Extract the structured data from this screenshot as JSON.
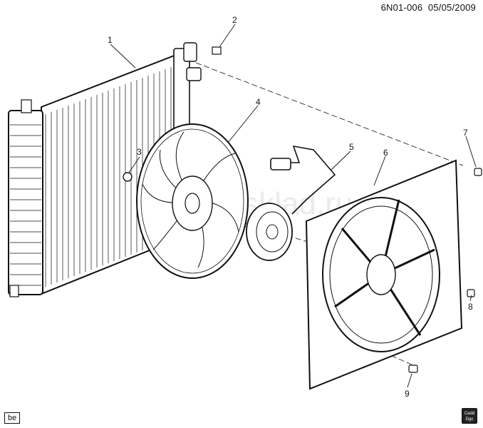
{
  "header": {
    "doc_id": "6N01-006",
    "date": "05/05/2009"
  },
  "callouts": [
    "1",
    "2",
    "3",
    "4",
    "5",
    "6",
    "7",
    "8",
    "9"
  ],
  "watermark": "www.emsklad.ru",
  "corner_tag": "be",
  "logo_lines": [
    "Cadd",
    "Dgc"
  ]
}
